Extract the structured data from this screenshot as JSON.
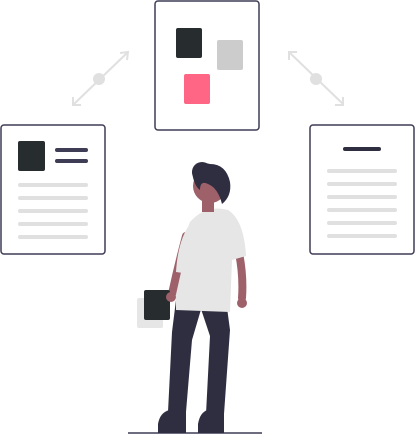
{
  "illustration": {
    "subject": "person-viewing-documents",
    "palette": {
      "outline": "#3f3d56",
      "dark": "#2f2e41",
      "dark_square": "#272c2e",
      "gray_square": "#cccccc",
      "accent": "#ff6584",
      "line_gray": "#e0e0e0",
      "line_dark": "#2f2e41",
      "connector": "#e0e0e0",
      "skin": "#9e616a",
      "shirt": "#e6e6e6",
      "hair": "#2f2e41",
      "shoe": "#2f2e41",
      "ground": "#3f3d56"
    },
    "icons": [
      "document-card",
      "image-card",
      "person",
      "connector-arrow",
      "tablet"
    ]
  }
}
